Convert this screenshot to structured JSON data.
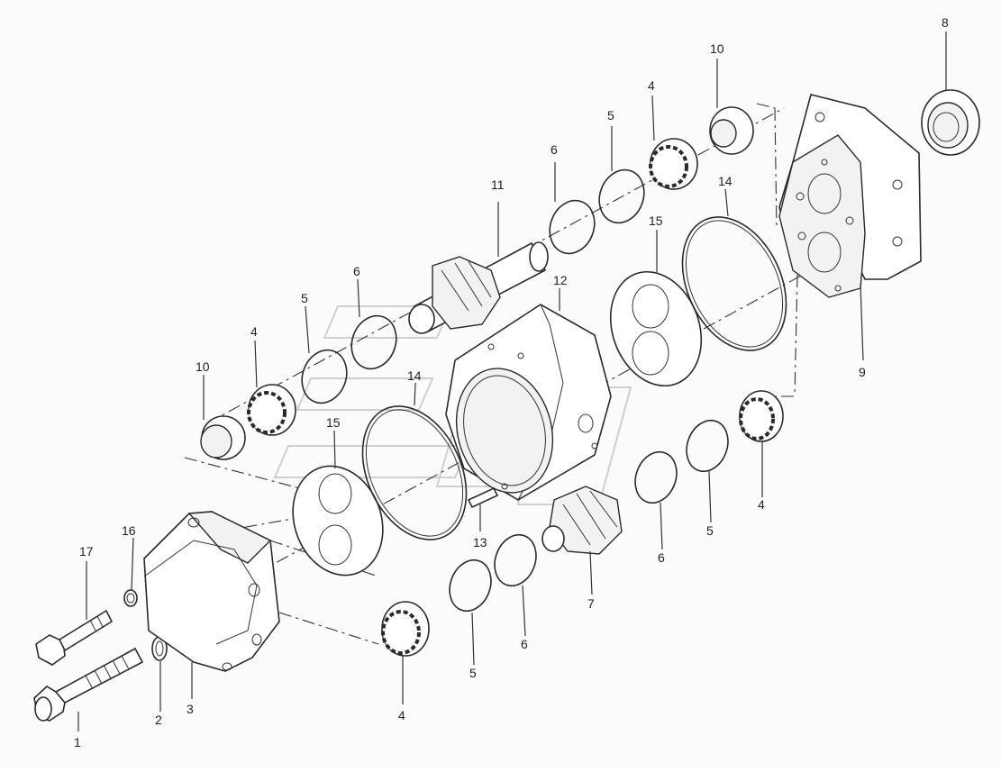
{
  "callouts": {
    "c1": "1",
    "c2": "2",
    "c3": "3",
    "c4a": "4",
    "c4b": "4",
    "c4c": "4",
    "c4d": "4",
    "c5a": "5",
    "c5b": "5",
    "c5c": "5",
    "c5d": "5",
    "c6a": "6",
    "c6b": "6",
    "c6c": "6",
    "c6d": "6",
    "c7": "7",
    "c8": "8",
    "c9": "9",
    "c10a": "10",
    "c10b": "10",
    "c11": "11",
    "c12": "12",
    "c13": "13",
    "c14a": "14",
    "c14b": "14",
    "c15a": "15",
    "c15b": "15",
    "c16": "16",
    "c17": "17"
  }
}
